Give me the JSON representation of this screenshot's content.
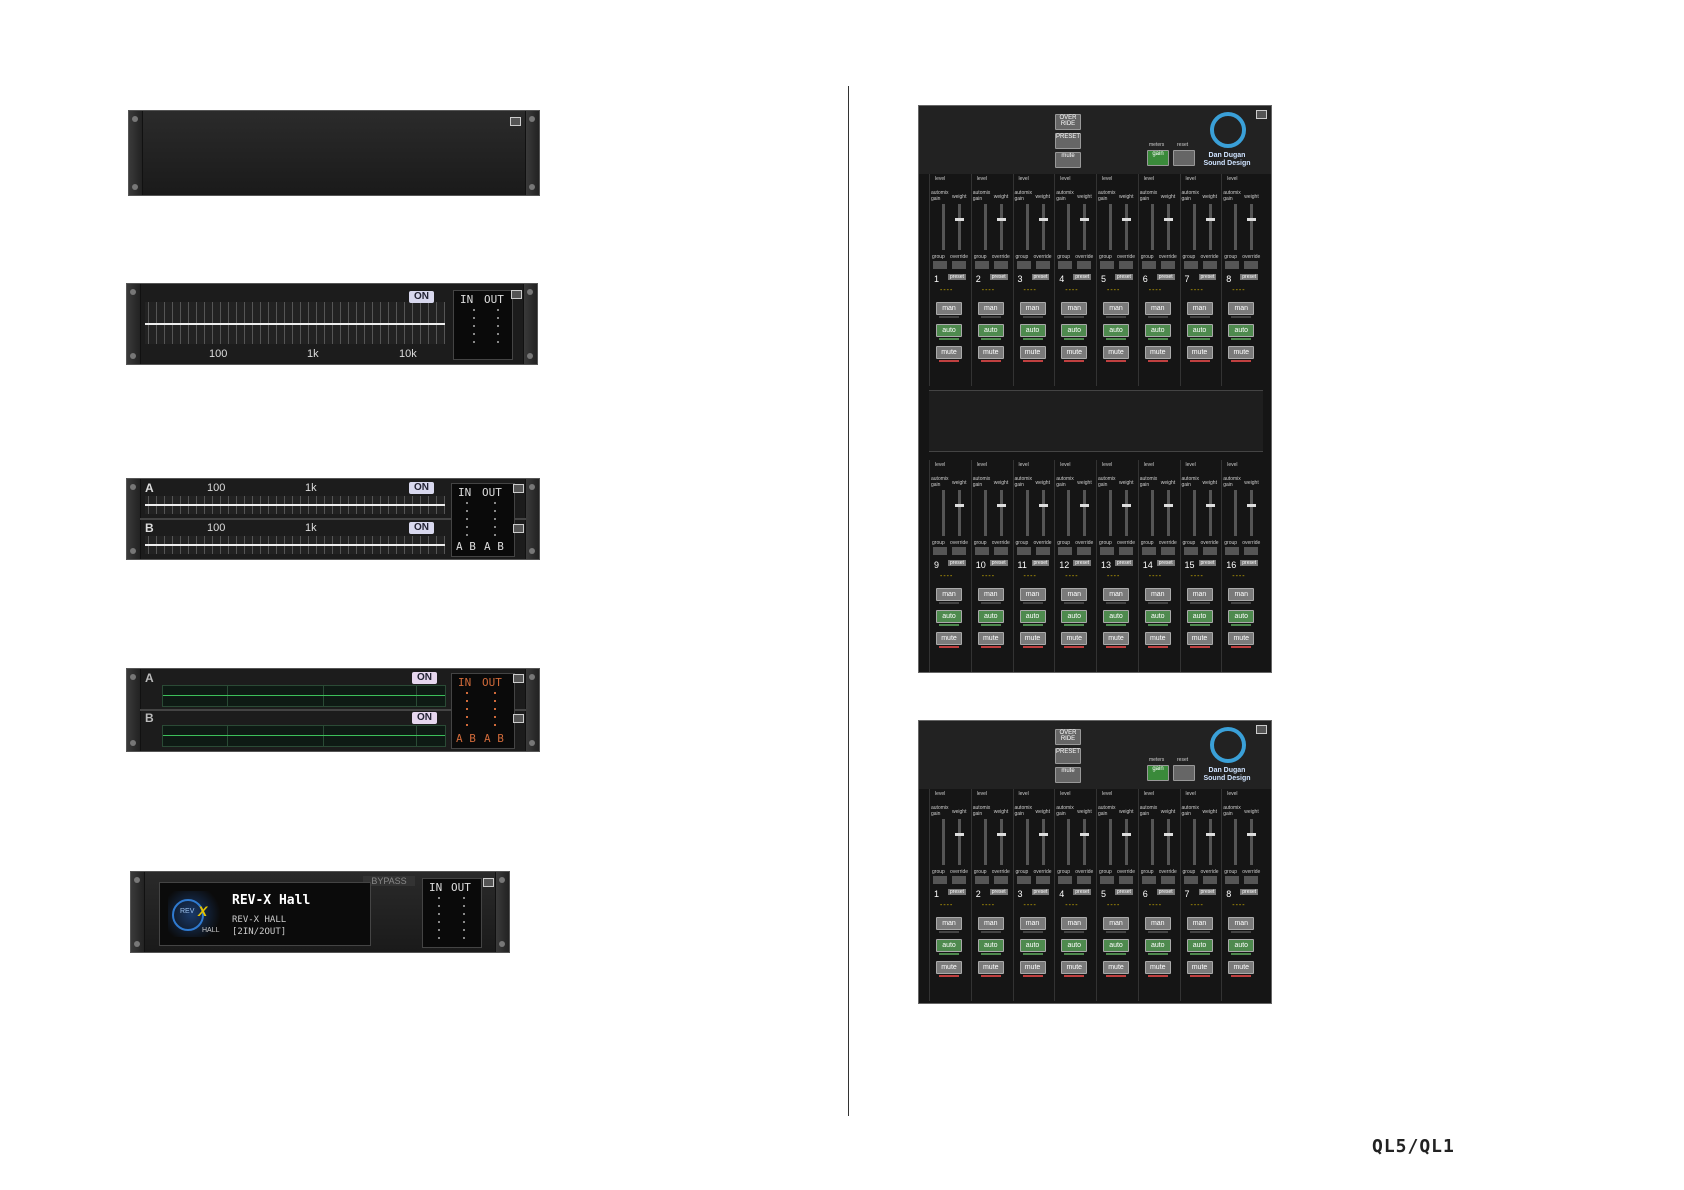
{
  "colors": {
    "accent_green": "#4e8a4e",
    "mute_red": "#c04040",
    "logo_blue": "#3aa0d8",
    "dash_yellow": "#e6c400",
    "meter_orange": "#d06a3a"
  },
  "geq31": {
    "on": "ON",
    "meter_in": "IN",
    "meter_out": "OUT",
    "freqs": [
      "100",
      "1k",
      "10k"
    ]
  },
  "flex15": {
    "ch_a": "A",
    "ch_b": "B",
    "on": "ON",
    "freqs": [
      "100",
      "1k"
    ],
    "meter_in": "IN",
    "meter_out": "OUT",
    "meter_ab": "A B"
  },
  "peq": {
    "ch_a": "A",
    "ch_b": "B",
    "on": "ON",
    "meter_in": "IN",
    "meter_out": "OUT",
    "meter_ab": "A B"
  },
  "revx": {
    "bypass": "BYPASS",
    "logo_rev": "REV",
    "logo_x": "X",
    "logo_hall": "HALL",
    "name": "REV-X Hall",
    "type": "REV-X HALL",
    "io": "[2IN/2OUT]",
    "meter_in": "IN",
    "meter_out": "OUT"
  },
  "dugan": {
    "override": "OVER RIDE",
    "preset": "PRESET",
    "mute": "mute",
    "meters": "meters",
    "reset": "reset",
    "gain": "gain",
    "logo_line1": "Dan Dugan",
    "logo_line2": "Sound Design",
    "level": "level",
    "automixgain": "automix gain",
    "weight": "weight",
    "group": "group",
    "override_small": "override",
    "preset_small": "preset",
    "dash": "----",
    "man": "man",
    "auto": "auto",
    "channels_top": [
      "1",
      "2",
      "3",
      "4",
      "5",
      "6",
      "7",
      "8"
    ],
    "channels_bottom": [
      "9",
      "10",
      "11",
      "12",
      "13",
      "14",
      "15",
      "16"
    ]
  },
  "brand": "QL5/QL1"
}
